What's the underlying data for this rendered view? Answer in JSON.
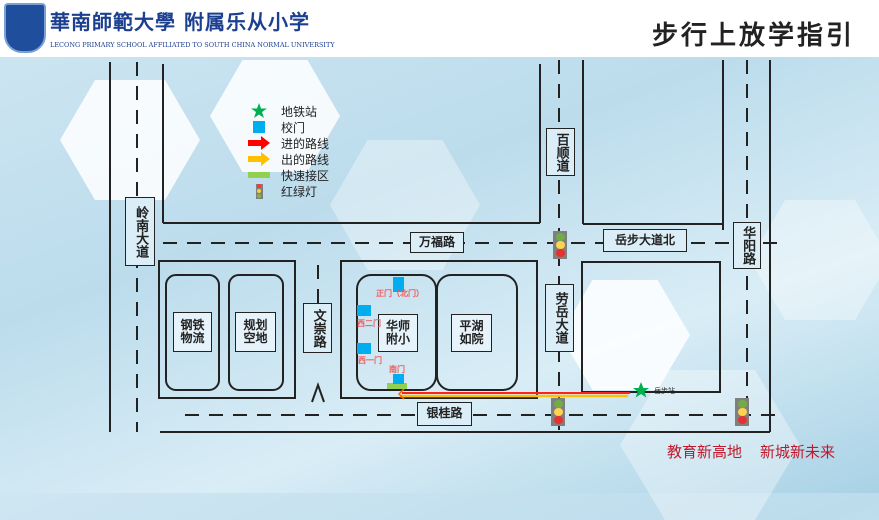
{
  "header": {
    "logo_cn": "華南師範大學 附属乐从小学",
    "logo_en": "LECONG PRIMARY SCHOOL AFFILIATED TO SOUTH CHINA NORMAL UNIVERSITY",
    "title": "步行上放学指引"
  },
  "legend": [
    {
      "icon": "star-icon",
      "label": "地铁站",
      "color": "#00b050"
    },
    {
      "icon": "gate-square-icon",
      "label": "校门",
      "color": "#00aeef"
    },
    {
      "icon": "arrow-right-icon",
      "label": "进的路线",
      "color": "#ff0000"
    },
    {
      "icon": "arrow-right-icon",
      "label": "出的路线",
      "color": "#ffc000"
    },
    {
      "icon": "bar-icon",
      "label": "快速接区",
      "color": "#92d050"
    },
    {
      "icon": "traffic-light-icon",
      "label": "红绿灯"
    }
  ],
  "roads": {
    "lingnan": "岭南大道",
    "baishun": "百顺道",
    "wanfu": "万福路",
    "yuebu_north": "岳步大道北",
    "huayang": "华阳路",
    "wenchong": "文崇路",
    "laoyue": "劳岳大道",
    "yingui": "银桂路"
  },
  "blocks": {
    "steel": "钢铁物流",
    "planned": "规划空地",
    "school": "华师附小",
    "pinghu": "平湖如院"
  },
  "gates": {
    "north": "正门（北门）",
    "west2": "西二门",
    "west1": "西一门",
    "south": "南门"
  },
  "station": "岳步站",
  "slogan": [
    "教育新高地",
    "新城新未来"
  ]
}
